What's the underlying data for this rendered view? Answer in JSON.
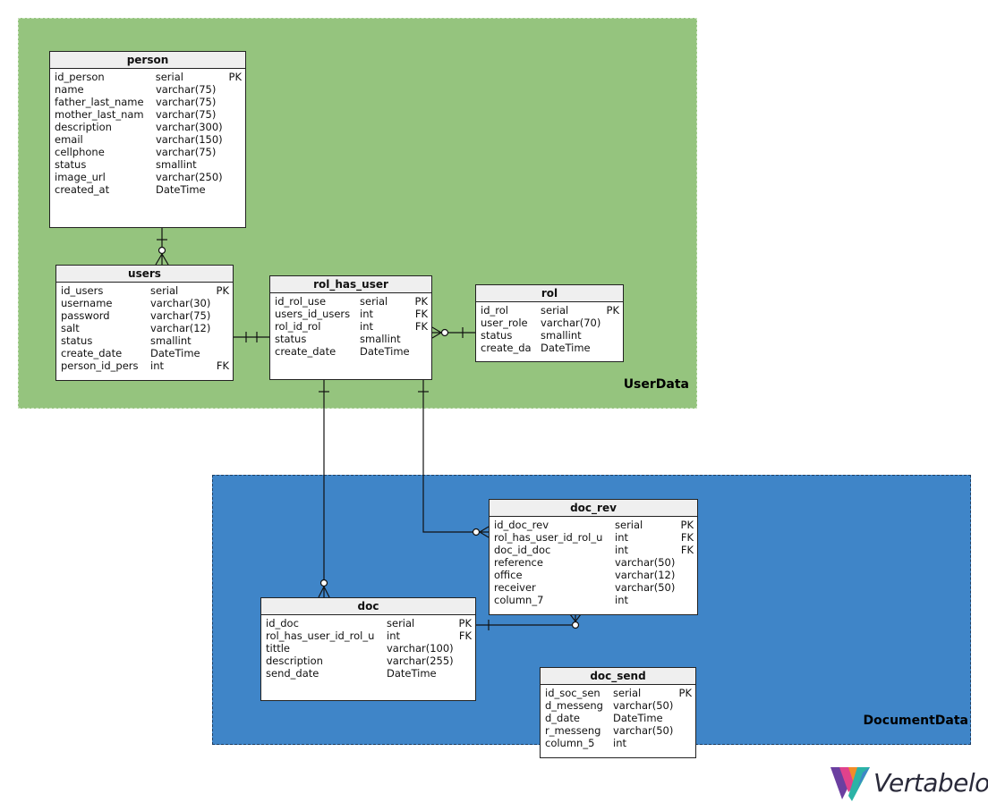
{
  "areas": {
    "userdata": {
      "label": "UserData"
    },
    "documentdata": {
      "label": "DocumentData"
    }
  },
  "tables": {
    "person": {
      "name": "person",
      "columns": [
        {
          "name": "id_person",
          "type": "serial",
          "key": "PK"
        },
        {
          "name": "name",
          "type": "varchar(75)",
          "key": ""
        },
        {
          "name": "father_last_name",
          "type": "varchar(75)",
          "key": ""
        },
        {
          "name": "mother_last_nam",
          "type": "varchar(75)",
          "key": ""
        },
        {
          "name": "description",
          "type": "varchar(300)",
          "key": ""
        },
        {
          "name": "email",
          "type": "varchar(150)",
          "key": ""
        },
        {
          "name": "cellphone",
          "type": "varchar(75)",
          "key": ""
        },
        {
          "name": "status",
          "type": "smallint",
          "key": ""
        },
        {
          "name": "image_url",
          "type": "varchar(250)",
          "key": ""
        },
        {
          "name": "created_at",
          "type": "DateTime",
          "key": ""
        }
      ]
    },
    "users": {
      "name": "users",
      "columns": [
        {
          "name": "id_users",
          "type": "serial",
          "key": "PK"
        },
        {
          "name": "username",
          "type": "varchar(30)",
          "key": ""
        },
        {
          "name": "password",
          "type": "varchar(75)",
          "key": ""
        },
        {
          "name": "salt",
          "type": "varchar(12)",
          "key": ""
        },
        {
          "name": "status",
          "type": "smallint",
          "key": ""
        },
        {
          "name": "create_date",
          "type": "DateTime",
          "key": ""
        },
        {
          "name": "person_id_pers",
          "type": "int",
          "key": "FK"
        }
      ]
    },
    "rol_has_user": {
      "name": "rol_has_user",
      "columns": [
        {
          "name": "id_rol_use",
          "type": "serial",
          "key": "PK"
        },
        {
          "name": "users_id_users",
          "type": "int",
          "key": "FK"
        },
        {
          "name": "rol_id_rol",
          "type": "int",
          "key": "FK"
        },
        {
          "name": "status",
          "type": "smallint",
          "key": ""
        },
        {
          "name": "create_date",
          "type": "DateTime",
          "key": ""
        }
      ]
    },
    "rol": {
      "name": "rol",
      "columns": [
        {
          "name": "id_rol",
          "type": "serial",
          "key": "PK"
        },
        {
          "name": "user_role",
          "type": "varchar(70)",
          "key": ""
        },
        {
          "name": "status",
          "type": "smallint",
          "key": ""
        },
        {
          "name": "create_da",
          "type": "DateTime",
          "key": ""
        }
      ]
    },
    "doc_rev": {
      "name": "doc_rev",
      "columns": [
        {
          "name": "id_doc_rev",
          "type": "serial",
          "key": "PK"
        },
        {
          "name": "rol_has_user_id_rol_u",
          "type": "int",
          "key": "FK"
        },
        {
          "name": "doc_id_doc",
          "type": "int",
          "key": "FK"
        },
        {
          "name": "reference",
          "type": "varchar(50)",
          "key": ""
        },
        {
          "name": "office",
          "type": "varchar(12)",
          "key": ""
        },
        {
          "name": "receiver",
          "type": "varchar(50)",
          "key": ""
        },
        {
          "name": "column_7",
          "type": "int",
          "key": ""
        }
      ]
    },
    "doc": {
      "name": "doc",
      "columns": [
        {
          "name": "id_doc",
          "type": "serial",
          "key": "PK"
        },
        {
          "name": "rol_has_user_id_rol_u",
          "type": "int",
          "key": "FK"
        },
        {
          "name": "tittle",
          "type": "varchar(100)",
          "key": ""
        },
        {
          "name": "description",
          "type": "varchar(255)",
          "key": ""
        },
        {
          "name": "send_date",
          "type": "DateTime",
          "key": ""
        }
      ]
    },
    "doc_send": {
      "name": "doc_send",
      "columns": [
        {
          "name": "id_soc_sen",
          "type": "serial",
          "key": "PK"
        },
        {
          "name": "d_messeng",
          "type": "varchar(50)",
          "key": ""
        },
        {
          "name": "d_date",
          "type": "DateTime",
          "key": ""
        },
        {
          "name": "r_messeng",
          "type": "varchar(50)",
          "key": ""
        },
        {
          "name": "column_5",
          "type": "int",
          "key": ""
        }
      ]
    }
  },
  "logo": {
    "text": "Vertabelo",
    "colors": [
      "#6b3fa0",
      "#e0428c",
      "#f28c28",
      "#2bb3a6",
      "#3f85c8"
    ]
  }
}
